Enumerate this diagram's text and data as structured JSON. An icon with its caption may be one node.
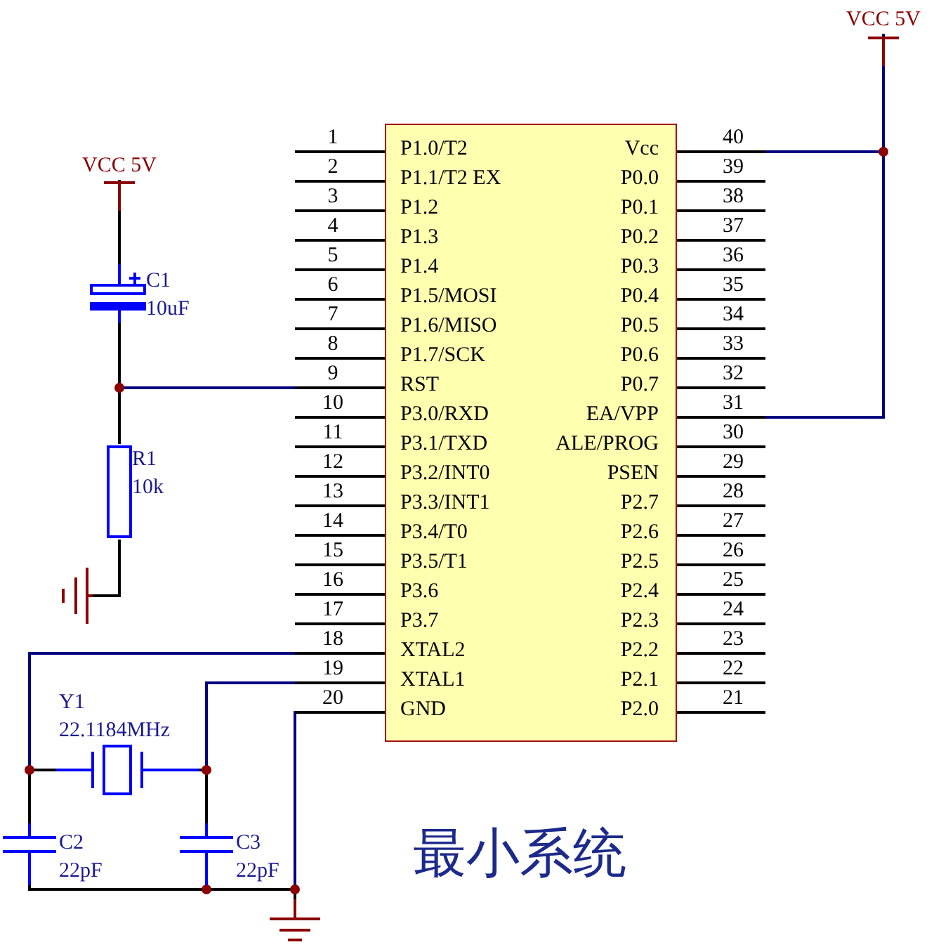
{
  "diagram": {
    "caption": "最小系统",
    "nodes": [
      {
        "text": [
          "P1.0/T2",
          "P1.1/T2 EX",
          "P1.2",
          "P1.3",
          "P1.4",
          "P1.5/MOSI",
          "P1.6/MISO",
          "P1.7/SCK",
          "RST",
          "P3.0/RXD",
          "P3.1/TXD",
          "P3.2/INT0",
          "P3.3/INT1",
          "P3.4/T0",
          "P3.5/T1",
          "P3.6",
          "P3.7",
          "XTAL2",
          "XTAL1",
          "GND",
          "Vcc",
          "P0.0",
          "P0.1",
          "P0.2",
          "P0.3",
          "P0.4",
          "P0.5",
          "P0.6",
          "P0.7",
          "EA/VPP",
          "ALE/PROG",
          "PSEN",
          "P2.7",
          "P2.6",
          "P2.5",
          "P2.4",
          "P2.3",
          "P2.2",
          "P2.1",
          "P2.0"
        ]
      },
      {
        "text": [
          "VCC 5V"
        ]
      },
      {
        "text": [
          "VCC 5V"
        ]
      },
      {
        "text": [
          "C1",
          "10uF"
        ]
      },
      {
        "text": [
          "R1",
          "10k"
        ]
      },
      {
        "text": [],
        "shape": "ground"
      },
      {
        "text": [
          "Y1",
          "22.1184MHz"
        ]
      },
      {
        "text": [
          "C2",
          "22pF"
        ]
      },
      {
        "text": [
          "C3",
          "22pF"
        ]
      },
      {
        "text": [],
        "shape": "ground"
      }
    ],
    "edges": [
      {
        "from": 1,
        "to": 0,
        "arrow": "none"
      },
      {
        "from": 1,
        "to": 0,
        "arrow": "none"
      },
      {
        "from": 2,
        "to": 3,
        "arrow": "none",
        "color": "#000000"
      },
      {
        "from": 3,
        "to": 0,
        "arrow": "none"
      },
      {
        "from": 4,
        "to": 0,
        "arrow": "none"
      },
      {
        "from": 3,
        "to": 4,
        "arrow": "none",
        "color": "#000000"
      },
      {
        "from": 4,
        "to": 5,
        "arrow": "none",
        "color": "#000000"
      },
      {
        "from": 0,
        "to": 6,
        "arrow": "none"
      },
      {
        "from": 0,
        "to": 7,
        "arrow": "none"
      },
      {
        "from": 6,
        "to": 7,
        "arrow": "none",
        "color": "#000000"
      },
      {
        "from": 0,
        "to": 6,
        "arrow": "none"
      },
      {
        "from": 0,
        "to": 8,
        "arrow": "none"
      },
      {
        "from": 6,
        "to": 8,
        "arrow": "none",
        "color": "#000000"
      },
      {
        "from": 0,
        "to": 9,
        "arrow": "none"
      },
      {
        "from": 7,
        "to": 9,
        "arrow": "none",
        "color": "#000000"
      },
      {
        "from": 8,
        "to": 9,
        "arrow": "none",
        "color": "#000000"
      }
    ],
    "labels": [
      "1",
      "2",
      "3",
      "4",
      "5",
      "6",
      "7",
      "8",
      "9",
      "10",
      "11",
      "12",
      "13",
      "14",
      "15",
      "16",
      "17",
      "18",
      "19",
      "20",
      "40",
      "39",
      "38",
      "37",
      "36",
      "35",
      "34",
      "33",
      "32",
      "31",
      "30",
      "29",
      "28",
      "27",
      "26",
      "25",
      "24",
      "23",
      "22",
      "21"
    ]
  }
}
